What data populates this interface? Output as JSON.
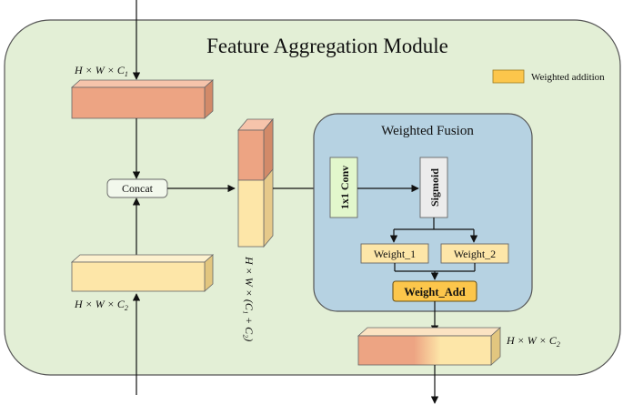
{
  "title": "Feature Aggregation Module",
  "legend": {
    "label": "Weighted addition"
  },
  "inputs": {
    "top_dim": {
      "base": "H × W × C",
      "sub": "1"
    },
    "bottom_dim": {
      "base": "H × W × C",
      "sub": "2"
    }
  },
  "concat": {
    "label": "Concat"
  },
  "stacked_dim": "H × W × (C₁ + C₂)",
  "weighted_fusion": {
    "title": "Weighted Fusion",
    "conv": "1x1 Conv",
    "sigmoid": "Sigmoid",
    "weight1": "Weight_1",
    "weight2": "Weight_2",
    "weight_add": "Weight_Add"
  },
  "output_dim": {
    "base": "H × W × C",
    "sub": "2"
  },
  "colors": {
    "module_bg": "#e3efd6",
    "fusion_bg": "#b6d2e2",
    "salmon": "#eda483",
    "cream": "#fde6a8",
    "conv_green": "#e2f7cc",
    "sigmoid_gray": "#ececec",
    "weight_add": "#fcc64b"
  }
}
